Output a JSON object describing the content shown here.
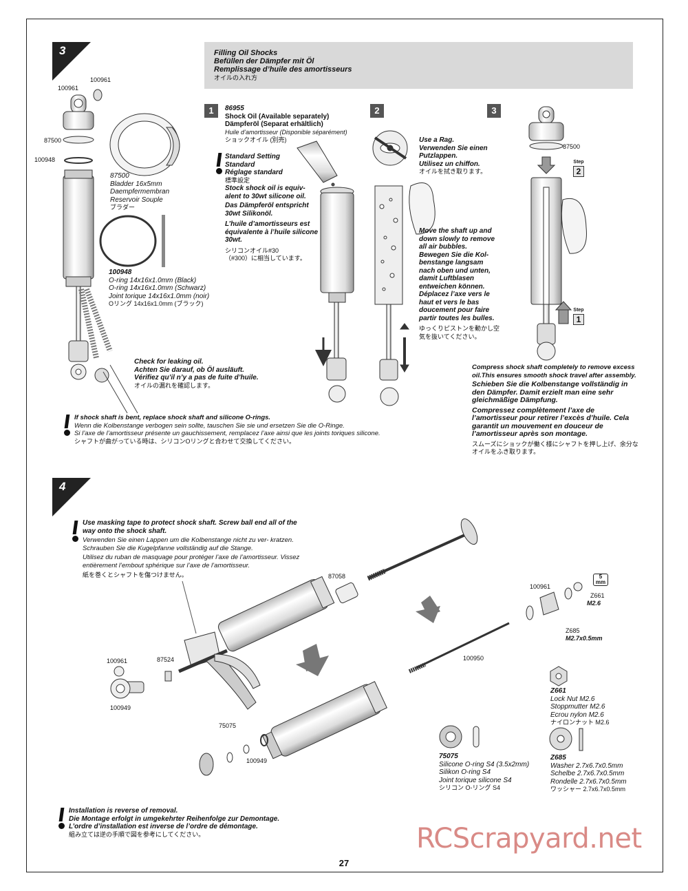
{
  "page": {
    "number": "27",
    "watermark": "RCScrapyard.net"
  },
  "step3": {
    "number": "3",
    "header": {
      "en": "Filling Oil Shocks",
      "de": "Befüllen der Dämpfer mit Öl",
      "fr": "Remplissage d’huile des amortisseurs",
      "jp": "オイルの入れ方"
    },
    "parts": {
      "p100961a": "100961",
      "p100961b": "100961",
      "p87500a": "87500",
      "p100948a": "100948",
      "p87500b": "87500",
      "p87500c": "87500"
    },
    "bladder": {
      "code": "87500",
      "en": "Bladder 16x5mm",
      "de": "Daempfermembran",
      "fr": "Reservoir Souple",
      "jp": "ブラダー"
    },
    "oring": {
      "code": "100948",
      "en": "O-ring 14x16x1.0mm (Black)",
      "de": "O-ring 14x16x1.0mm (Schwarz)",
      "fr": "Joint torique 14x16x1.0mm (noir)",
      "jp": "Oリング 14x16x1.0mm (ブラック)"
    },
    "leak": {
      "en": "Check for leaking oil.",
      "de": "Achten Sie darauf, ob Öl ausläuft.",
      "fr": "Vérifiez qu’il n’y a pas de fuite d’huile.",
      "jp": "オイルの漏れを確認します。"
    },
    "bent": {
      "en": "If shock shaft is bent, replace shock shaft and silicone O-rings.",
      "de": "Wenn die Kolbenstange verbogen sein sollte, tauschen Sie sie und ersetzen Sie die O-Ringe.",
      "fr": "Si l’axe de l’amortisseur présente un gauchissement, remplacez l’axe ainsi que les joints toriques silicone.",
      "jp": "シャフトが曲がっている時は、シリコンOリングと合わせて交換してください。"
    },
    "sub1": {
      "num": "1",
      "code": "86955",
      "en": "Shock Oil (Available separately)",
      "de": "Dämpferöl (Separat erhältlich)",
      "fr": "Huile d’amortisseur (Disponible séparément)",
      "jp": "ショックオイル (別売)",
      "std_en": "Standard Setting",
      "std_de": "Standard",
      "std_fr": "Réglage standard",
      "std_jp": "標準設定",
      "note_en": "Stock shock oil is equiv- alent to 30wt silicone oil.",
      "note_de": "Das Dämpferöl entspricht 30wt Silikonöl.",
      "note_fr": "L’huile d’amortisseurs est équivalente à l’huile silicone 30wt.",
      "note_jp1": "シリコンオイル#30",
      "note_jp2": "（#300）に相当しています。"
    },
    "sub2": {
      "num": "2",
      "rag_en": "Use a Rag.",
      "rag_de": "Verwenden Sie einen Putzlappen.",
      "rag_fr": "Utilisez un chiffon.",
      "rag_jp": "オイルを拭き取ります。",
      "move_en": "Move the shaft up and down slowly to remove all air bubbles.",
      "move_de": "Bewegen Sie die Kol- benstange langsam nach oben und unten, damit Luftblasen entweichen können.",
      "move_fr": "Déplacez l’axe vers le haut et vers le bas doucement pour faire partir toutes les bulles.",
      "move_jp": "ゆっくりピストンを動かし空気を抜いてください。"
    },
    "sub3": {
      "num": "3",
      "step_word": "Step",
      "step_a": "2",
      "step_b": "1",
      "en": "Compress shock shaft completely to remove excess oil.This ensures smooth shock travel after assembly.",
      "de": "Schieben Sie die Kolbenstange vollständig in den Dämpfer. Damit erzielt man eine sehr gleichmäßige Dämpfung.",
      "fr": "Compressez complètement l’axe de l’amortisseur pour retirer l’excès d’huile. Cela garantit un mouvement en douceur de l’amortisseur après son montage.",
      "jp": "スムーズにショックが働く様にシャフトを押し上げ、余分なオイルをふき取ります。"
    }
  },
  "step4": {
    "number": "4",
    "tape": {
      "en": "Use masking tape to protect shock shaft. Screw ball end all of the way onto the shock shaft.",
      "de": "Verwenden Sie einen Lappen um die Kolbenstange nicht zu ver- kratzen. Schrauben Sie die Kugelpfanne vollständig auf die Stange.",
      "fr": "Utilisez du ruban de masquage pour protéger l’axe de l’amortisseur. Vissez entièrement l’embout sphérique sur l’axe de l’amortisseur.",
      "jp": "紙を巻くとシャフトを傷つけません。"
    },
    "parts": {
      "p87058": "87058",
      "p100961a": "100961",
      "p87524": "87524",
      "p100949a": "100949",
      "p75075": "75075",
      "p100949b": "100949",
      "p100961b": "100961",
      "pZ661": "Z661",
      "pM26": "M2.6",
      "pZ685": "Z685",
      "pM27": "M2.7x0.5mm",
      "p100950": "100950",
      "hex": "5",
      "hex_unit": "mm"
    },
    "z661": {
      "code": "Z661",
      "en": "Lock Nut M2.6",
      "de": "Stoppmutter M2.6",
      "fr": "Ecrou nylon M2.6",
      "jp": "ナイロンナット M2.6"
    },
    "oring75075": {
      "code": "75075",
      "en": "Silicone O-ring S4 (3.5x2mm)",
      "de": "Silikon O-ring S4",
      "fr": "Joint torique silicone S4",
      "jp": "シリコン O-リング S4"
    },
    "z685": {
      "code": "Z685",
      "en": "Washer 2.7x6.7x0.5mm",
      "de": "Schelbe 2.7x6.7x0.5mm",
      "fr": "Rondelle 2.7x6.7x0.5mm",
      "jp": "ワッシャー 2.7x6.7x0.5mm"
    },
    "reverse": {
      "en": "Installation is reverse of removal.",
      "de": "Die Montage erfolgt in umgekehrter Reihenfolge zur Demontage.",
      "fr": "L’ordre d’installation est inverse de l’ordre de démontage.",
      "jp": "組み立ては逆の手順で図を参考にしてください。"
    }
  }
}
